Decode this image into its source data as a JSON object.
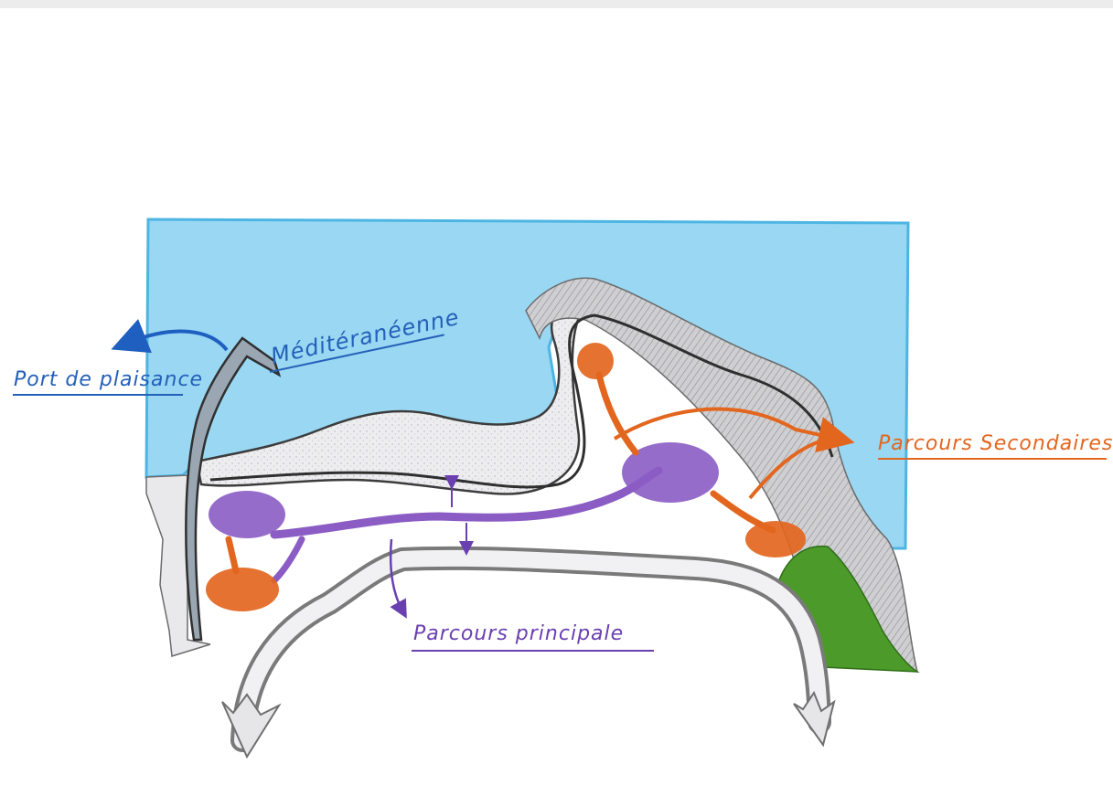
{
  "labels": {
    "port": "Port de plaisance",
    "sea": "Méditéranéenne",
    "secondary": "Parcours Secondaires",
    "main": "Parcours principale"
  },
  "colors": {
    "sea": "#8fd3f2",
    "sea_edge": "#3aaee0",
    "sand": "#ececef",
    "cliff": "#b8b8bc",
    "green": "#4c9a2a",
    "purple": "#8a5cc4",
    "orange": "#e3661e",
    "blue_text": "#2460b8",
    "orange_text": "#e3661e",
    "purple_text": "#6a3fb0",
    "road": "#a9a9a9"
  }
}
